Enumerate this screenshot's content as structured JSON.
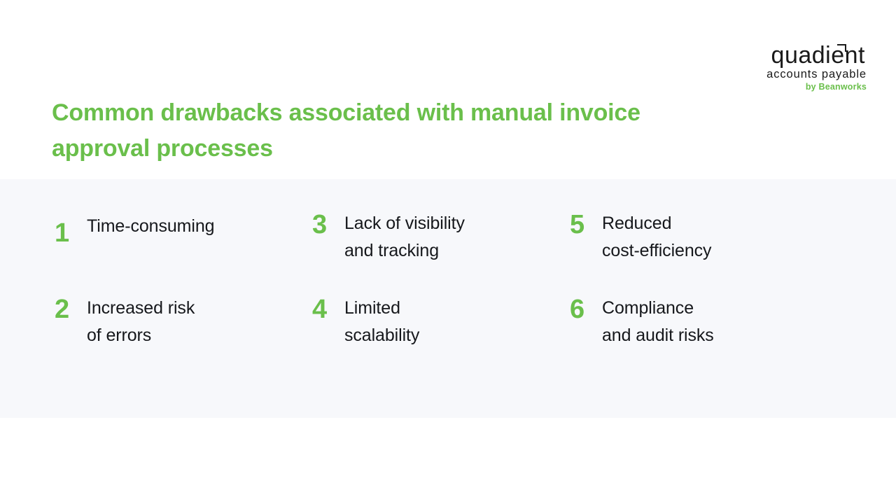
{
  "brand": {
    "logo_wordmark": "quadient",
    "logo_subtitle": "accounts payable",
    "logo_byline": "by Beanworks",
    "accent_green": "#6ABF4B",
    "text_dark": "#16181C",
    "panel_background": "#F7F8FB",
    "page_background": "#FFFFFF"
  },
  "slide": {
    "title": "Common drawbacks associated with manual invoice approval processes"
  },
  "drawbacks": [
    {
      "number": "1",
      "label": "Time-consuming",
      "lines": 1
    },
    {
      "number": "2",
      "label": "Increased risk\nof errors",
      "lines": 2
    },
    {
      "number": "3",
      "label": "Lack of visibility\nand tracking",
      "lines": 2
    },
    {
      "number": "4",
      "label": "Limited\nscalability",
      "lines": 2
    },
    {
      "number": "5",
      "label": "Reduced\ncost-efficiency",
      "lines": 2
    },
    {
      "number": "6",
      "label": "Compliance\nand audit risks",
      "lines": 2
    }
  ]
}
